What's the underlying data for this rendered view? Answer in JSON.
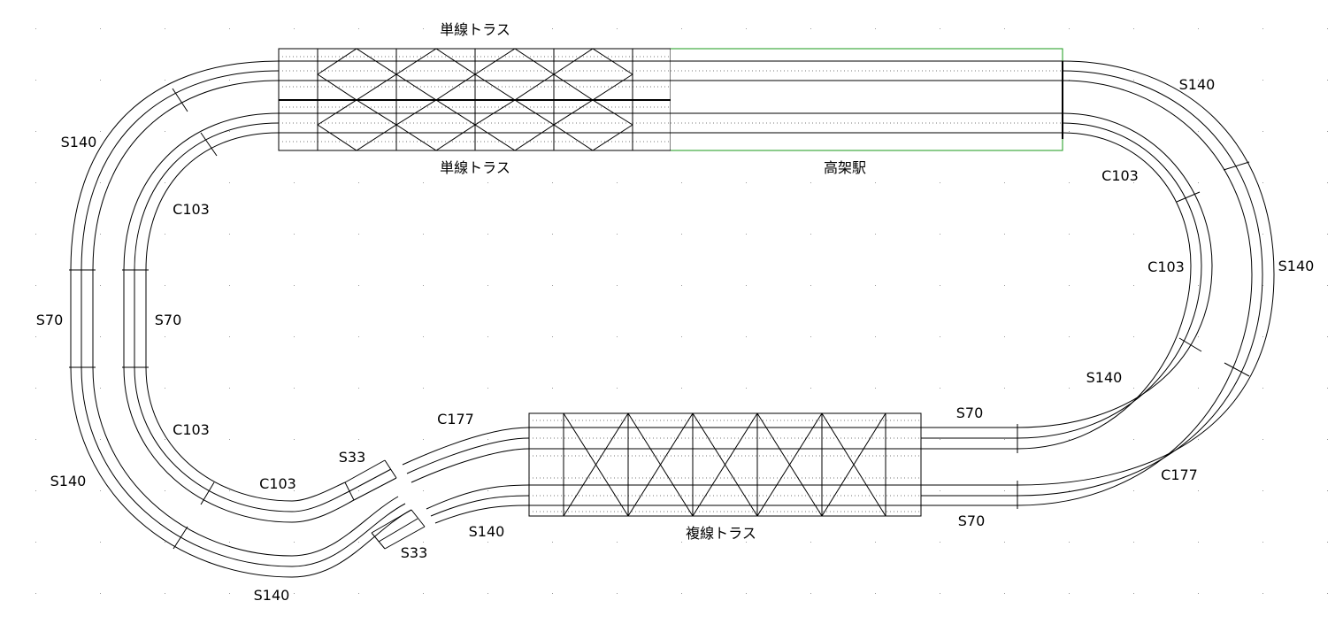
{
  "labels": {
    "top_truss_upper": "単線トラス",
    "top_truss_lower": "単線トラス",
    "station": "高架駅",
    "bottom_truss": "複線トラス",
    "s140_top_right": "S140",
    "c103_right_upper": "C103",
    "s140_right_outer": "S140",
    "c103_right_mid": "C103",
    "s140_right_inner": "S140",
    "s70_right_upper": "S70",
    "c177_right": "C177",
    "s70_right_lower": "S70",
    "s140_left_upper": "S140",
    "c103_left_upper": "C103",
    "s70_left_outer": "S70",
    "s70_left_inner": "S70",
    "c103_left_lower": "C103",
    "s140_left_lower": "S140",
    "c103_bottom_left": "C103",
    "s33_upper": "S33",
    "c177_bottom": "C177",
    "s140_bottom_mid": "S140",
    "s33_lower": "S33",
    "s140_bottom": "S140"
  }
}
